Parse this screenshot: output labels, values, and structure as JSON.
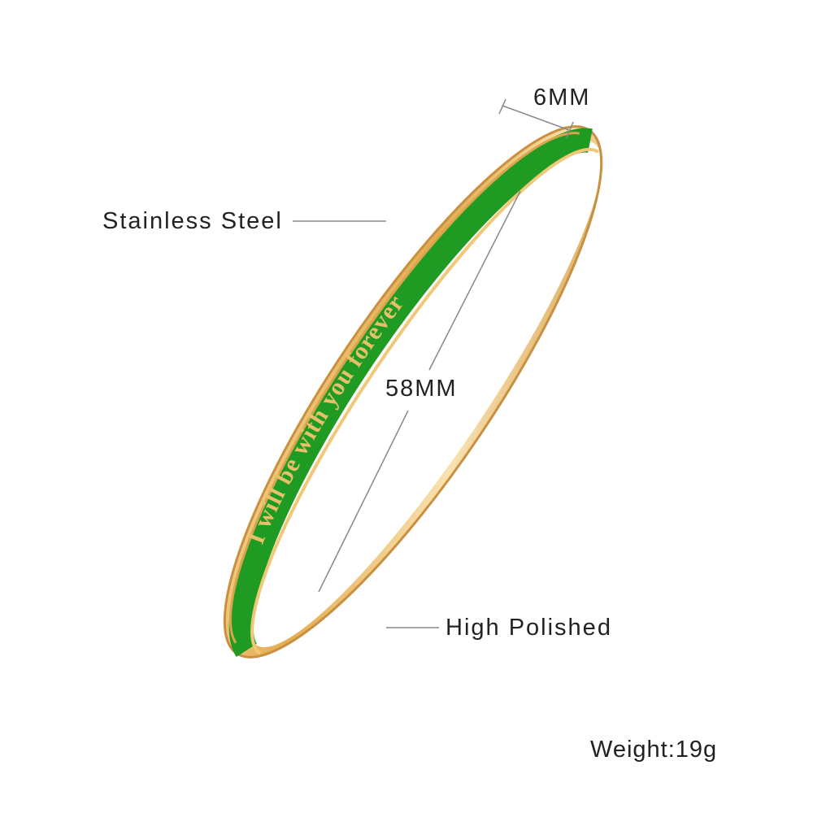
{
  "product": {
    "engraving": "I will be with you forever",
    "colors": {
      "enamel": "#1f9a22",
      "gold": "#e6b45a",
      "gold_dark": "#b8822e",
      "gold_light": "#f8dca0"
    }
  },
  "annotations": {
    "width": "6MM",
    "material": "Stainless Steel",
    "diameter": "58MM",
    "finish": "High Polished",
    "weight": "Weight:19g"
  }
}
